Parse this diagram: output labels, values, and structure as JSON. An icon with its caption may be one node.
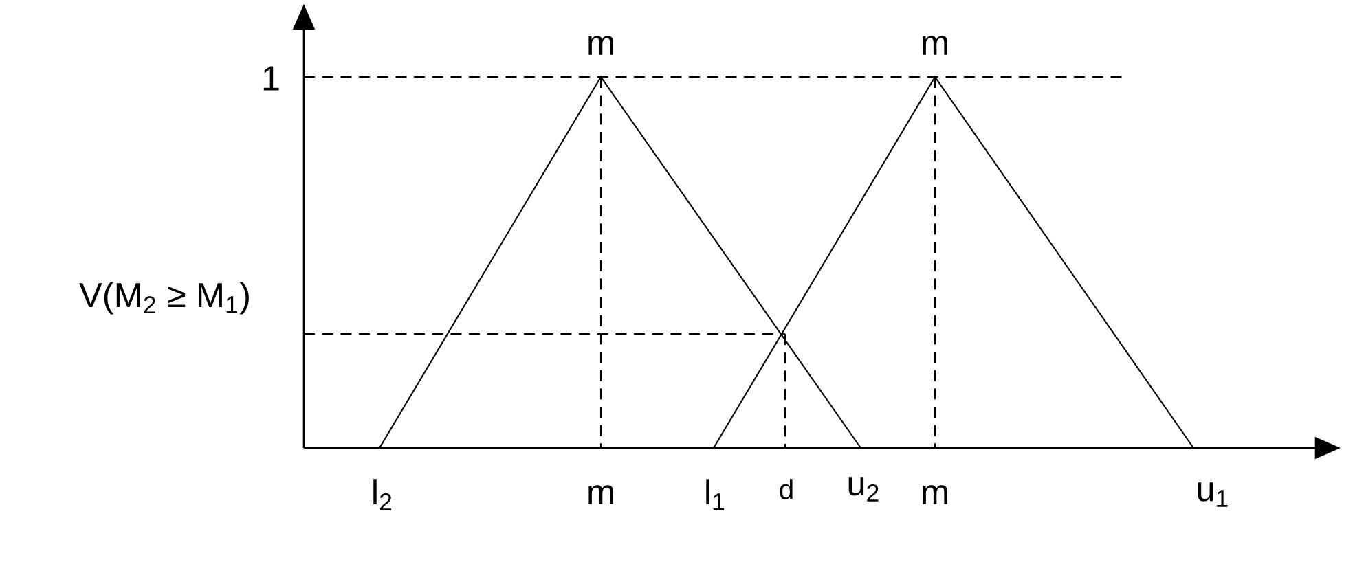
{
  "diagram": {
    "labels": [
      "1",
      "m",
      "m",
      "V(M$_{2}$ ≥ M$_{1}$)",
      "l$_{2}$",
      "m",
      "l$_{1}$",
      "d",
      "u$_{2}$",
      "m",
      "u$_{1}$"
    ]
  }
}
